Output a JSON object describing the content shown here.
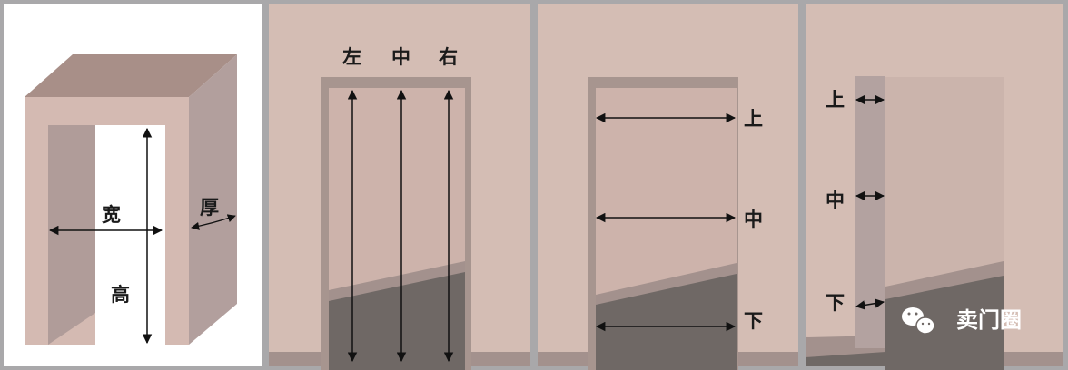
{
  "panel1": {
    "width_label": "宽",
    "height_label": "高",
    "thickness_label": "厚"
  },
  "panel2": {
    "labels": [
      "左",
      "中",
      "右"
    ]
  },
  "panel3": {
    "labels": [
      "上",
      "中",
      "下"
    ]
  },
  "panel4": {
    "labels": [
      "上",
      "中",
      "下"
    ]
  },
  "watermark": {
    "text": "卖门圈",
    "icon": "wechat-icon"
  },
  "colors": {
    "wall": "#d4bdb4",
    "frame_top": "#a88f88",
    "frame_side": "#b09d9b",
    "floor": "#6f6865",
    "baseboard": "#a3918d"
  }
}
